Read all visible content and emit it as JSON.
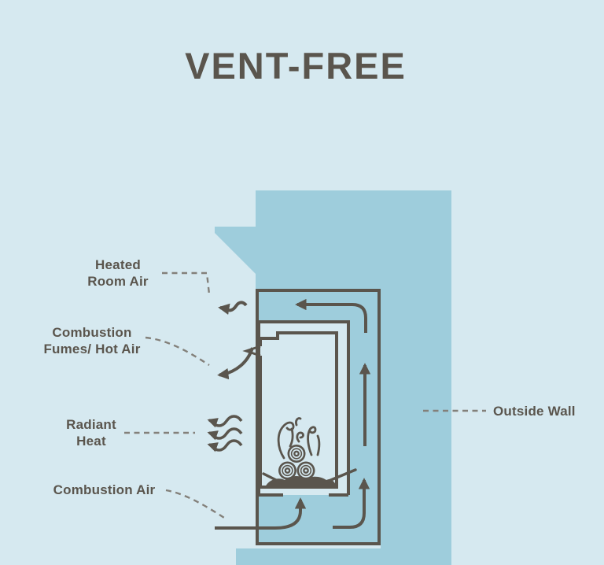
{
  "title": "VENT-FREE",
  "labels": {
    "heated_room_air": {
      "line1": "Heated",
      "line2": "Room Air"
    },
    "combustion_fumes": {
      "line1": "Combustion",
      "line2": "Fumes/ Hot Air"
    },
    "radiant_heat": {
      "line1": "Radiant",
      "line2": "Heat"
    },
    "combustion_air": {
      "text": "Combustion Air"
    },
    "outside_wall": {
      "text": "Outside Wall"
    }
  },
  "icons": {
    "heated_room_air_arrow": "wavy-left-arrow",
    "combustion_fumes_arrow": "curved-down-left-arrow",
    "radiant_heat_arrows": "triple-wavy-left-arrows",
    "combustion_air_arrow": "curved-up-arrow",
    "circulation_arrows": "up-and-left-flow-arrows",
    "fire": "flame-over-logs",
    "vent_flap": "open-damper-flap"
  },
  "colors": {
    "background": "#d6e9f0",
    "wall": "#9ecddc",
    "fireplace_body": "#c5d5da",
    "line_dark": "#5a554d",
    "leader_dash": "#83807a"
  }
}
